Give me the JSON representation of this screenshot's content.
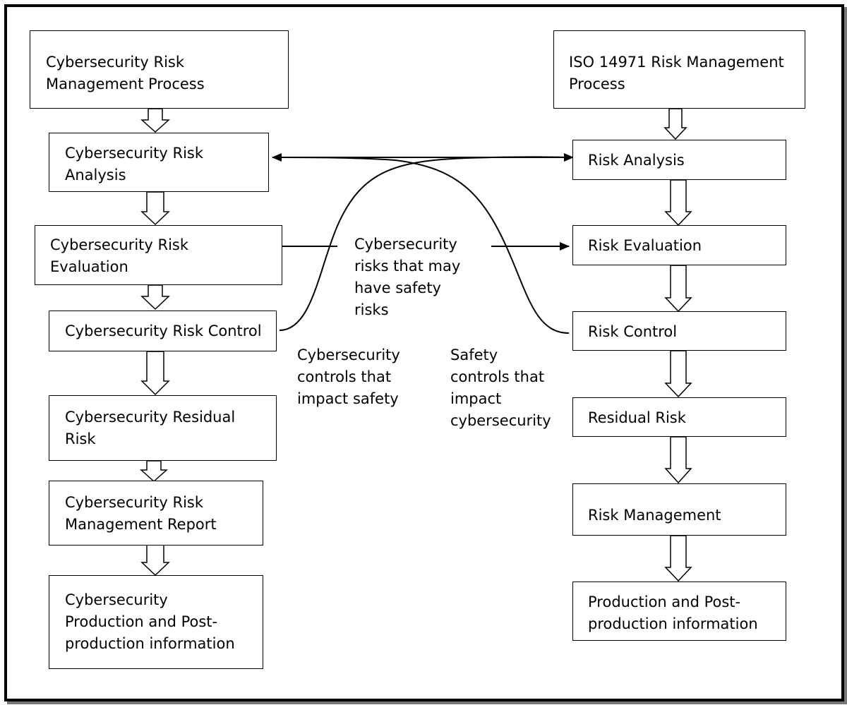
{
  "left_column": {
    "header": "Cybersecurity Risk\nManagement Process",
    "steps": [
      "Cybersecurity Risk\nAnalysis",
      "Cybersecurity Risk\nEvaluation",
      "Cybersecurity Risk Control",
      "Cybersecurity Residual\nRisk",
      "Cybersecurity Risk\nManagement Report",
      "Cybersecurity\nProduction and Post-\nproduction information"
    ]
  },
  "right_column": {
    "header": "ISO 14971 Risk Management\nProcess",
    "steps": [
      "Risk Analysis",
      "Risk Evaluation",
      "Risk Control",
      "Residual Risk",
      "Risk Management",
      "Production and Post-\nproduction information"
    ]
  },
  "annotations": {
    "cyber_risks_safety": "Cybersecurity\nrisks that may\nhave safety\nrisks",
    "cyber_controls_safety": "Cybersecurity\ncontrols that\nimpact safety",
    "safety_controls_cyber": "Safety\ncontrols that\nimpact\ncybersecurity"
  }
}
